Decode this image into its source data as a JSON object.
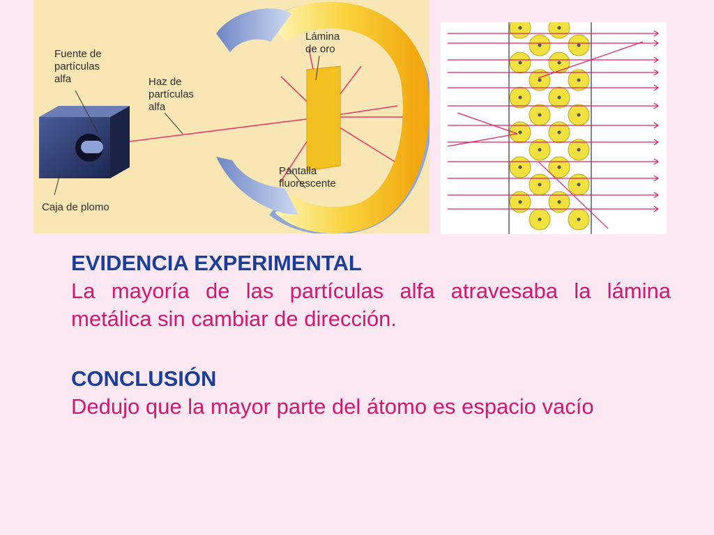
{
  "figure": {
    "labels": {
      "fuente": [
        "Fuente de",
        "partículas",
        "alfa"
      ],
      "haz": [
        "Haz de",
        "partículas",
        "alfa"
      ],
      "lamina": [
        "Lámina",
        "de oro"
      ],
      "pantalla": [
        "Pantalla",
        "fluorescente"
      ],
      "caja": "Caja de plomo"
    },
    "colors": {
      "panel": "#f8e7b4",
      "ring_outer": "#8ea6d8",
      "ring_inner": "#f4b820",
      "foil": "#f2c020",
      "beam": "#e83a6a",
      "box": "#2c3c72",
      "atom": "#f0e040"
    }
  },
  "text": {
    "evidence_heading": "EVIDENCIA EXPERIMENTAL",
    "evidence_body": "La mayoría de las partículas alfa  atravesaba la lámina metálica sin cambiar de dirección.",
    "conclusion_heading": "CONCLUSIÓN",
    "conclusion_body": "Dedujo que la mayor parte del átomo es espacio vacío"
  }
}
